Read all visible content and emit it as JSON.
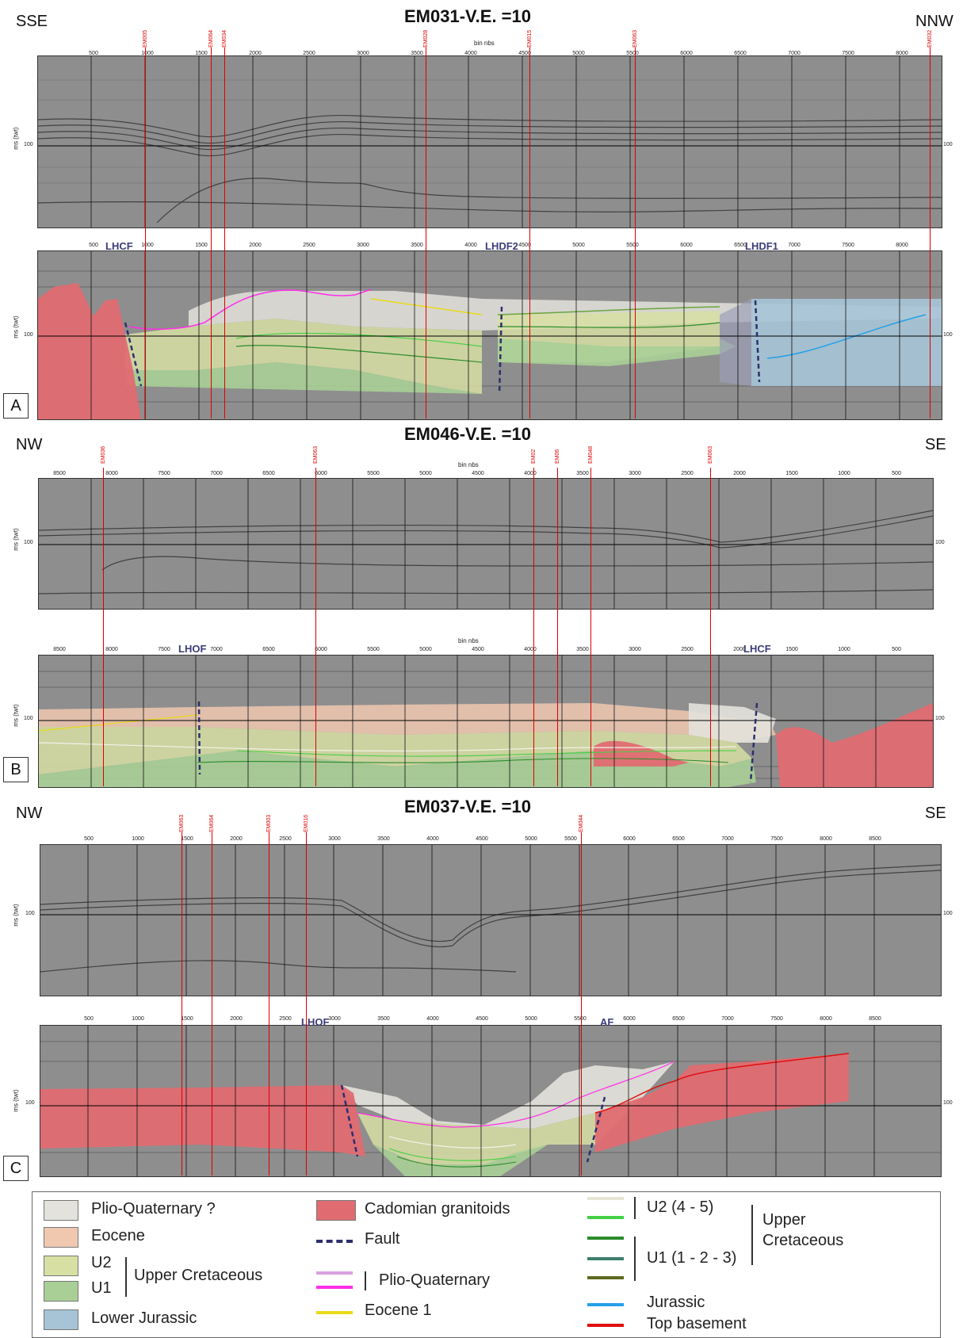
{
  "panels": [
    {
      "id": "A",
      "title": "EM031-V.E. =10",
      "left_dir": "SSE",
      "right_dir": "NNW",
      "bin_label": "bin nbs",
      "y_label": "ms (twt)",
      "y_value": "100",
      "ticks_top": [
        "500",
        "1000",
        "1500",
        "2000",
        "2500",
        "3000",
        "3500",
        "4000",
        "4500",
        "5000",
        "5500",
        "6000",
        "6500",
        "7000",
        "7500",
        "8000"
      ],
      "ticks_bottom": [
        "500",
        "1000",
        "1500",
        "2000",
        "2500",
        "3000",
        "3500",
        "4000",
        "4500",
        "5000",
        "5500",
        "6000",
        "6500",
        "7000",
        "7500",
        "8000"
      ],
      "wells": [
        "EM005",
        "EM064",
        "EM034",
        "EM028",
        "EM015",
        "EM063",
        "EM032"
      ],
      "faults": [
        "LHCF",
        "LHDF2",
        "LHDF1"
      ],
      "question": "?"
    },
    {
      "id": "B",
      "title": "EM046-V.E. =10",
      "left_dir": "NW",
      "right_dir": "SE",
      "bin_label": "bin nbs",
      "y_label": "ms (twt)",
      "y_value": "100",
      "ticks_top": [
        "8500",
        "8000",
        "7500",
        "7000",
        "6500",
        "6000",
        "5500",
        "5000",
        "4500",
        "4000",
        "3500",
        "3000",
        "2500",
        "2000",
        "1500",
        "1000",
        "500"
      ],
      "ticks_bottom": [
        "8500",
        "8000",
        "7500",
        "7000",
        "6500",
        "6000",
        "5500",
        "5000",
        "4500",
        "4000",
        "3500",
        "3000",
        "2500",
        "2000",
        "1500",
        "1000",
        "500"
      ],
      "wells": [
        "EM036",
        "EM063",
        "EM02",
        "EM06",
        "EM048",
        "EM063"
      ],
      "faults": [
        "LHOF",
        "LHCF"
      ]
    },
    {
      "id": "C",
      "title": "EM037-V.E. =10",
      "left_dir": "NW",
      "right_dir": "SE",
      "y_label": "ms (twt)",
      "y_value": "100",
      "ticks_top": [
        "500",
        "1000",
        "1500",
        "2000",
        "2500",
        "3000",
        "3500",
        "4000",
        "4500",
        "5000",
        "5500",
        "6000",
        "6500",
        "7000",
        "7500",
        "8000",
        "8500"
      ],
      "ticks_bottom": [
        "500",
        "1000",
        "1500",
        "2000",
        "2500",
        "3000",
        "3500",
        "4000",
        "4500",
        "5000",
        "5500",
        "6000",
        "6500",
        "7000",
        "7500",
        "8000",
        "8500"
      ],
      "wells": [
        "EM063",
        "EM064",
        "EM003",
        "EM016",
        "EM044"
      ],
      "faults": [
        "LHOF",
        "AF"
      ]
    }
  ],
  "legend": {
    "plio_q": "Plio-Quaternary ?",
    "eocene": "Eocene",
    "u2": "U2",
    "u1": "U1",
    "upper_cret": "Upper Cretaceous",
    "lower_jur": "Lower Jurassic",
    "cadomian": "Cadomian granitoids",
    "fault": "Fault",
    "plio_q_line": "Plio-Quaternary",
    "eocene1": "Eocene 1",
    "u2_45": "U2 (4 - 5)",
    "u1_123": "U1 (1 - 2 - 3)",
    "upper_cret_2a": "Upper",
    "upper_cret_2b": "Cretaceous",
    "jurassic": "Jurassic",
    "top_basement": "Top basement"
  },
  "colors": {
    "granite": "#e06c72",
    "u2": "#d7dfa3",
    "u1": "#a9cf96",
    "eocene": "#f0c8b0",
    "plio": "#e3e2dc",
    "jurassic": "#a6c4d6",
    "fault": "#2d2f6e"
  }
}
